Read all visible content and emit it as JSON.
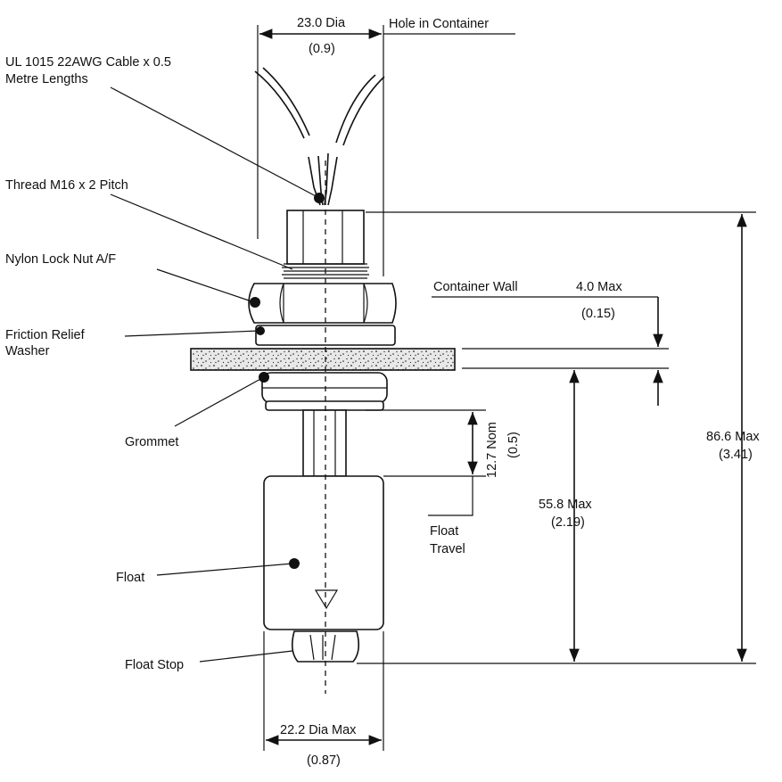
{
  "labels": {
    "cable": [
      "UL 1015 22AWG Cable x 0.5",
      "Metre Lengths"
    ],
    "thread": "Thread M16 x 2 Pitch",
    "locknut": "Nylon Lock Nut A/F",
    "washer": [
      "Friction Relief",
      "Washer"
    ],
    "grommet": "Grommet",
    "float": "Float",
    "float_stop": "Float Stop",
    "container_wall": "Container Wall",
    "hole": "Hole in Container",
    "float_travel": [
      "Float",
      "Travel"
    ]
  },
  "dimensions": {
    "hole_dia": {
      "mm": "23.0 Dia",
      "in": "(0.9)"
    },
    "wall_max": {
      "mm": "4.0 Max",
      "in": "(0.15)"
    },
    "overall": {
      "mm": "86.6 Max",
      "in": "(3.41)"
    },
    "below_wall": {
      "mm": "55.8 Max",
      "in": "(2.19)"
    },
    "travel": {
      "mm": "12.7 Nom",
      "in": "(0.5)"
    },
    "float_dia": {
      "mm": "22.2 Dia Max",
      "in": "(0.87)"
    }
  }
}
